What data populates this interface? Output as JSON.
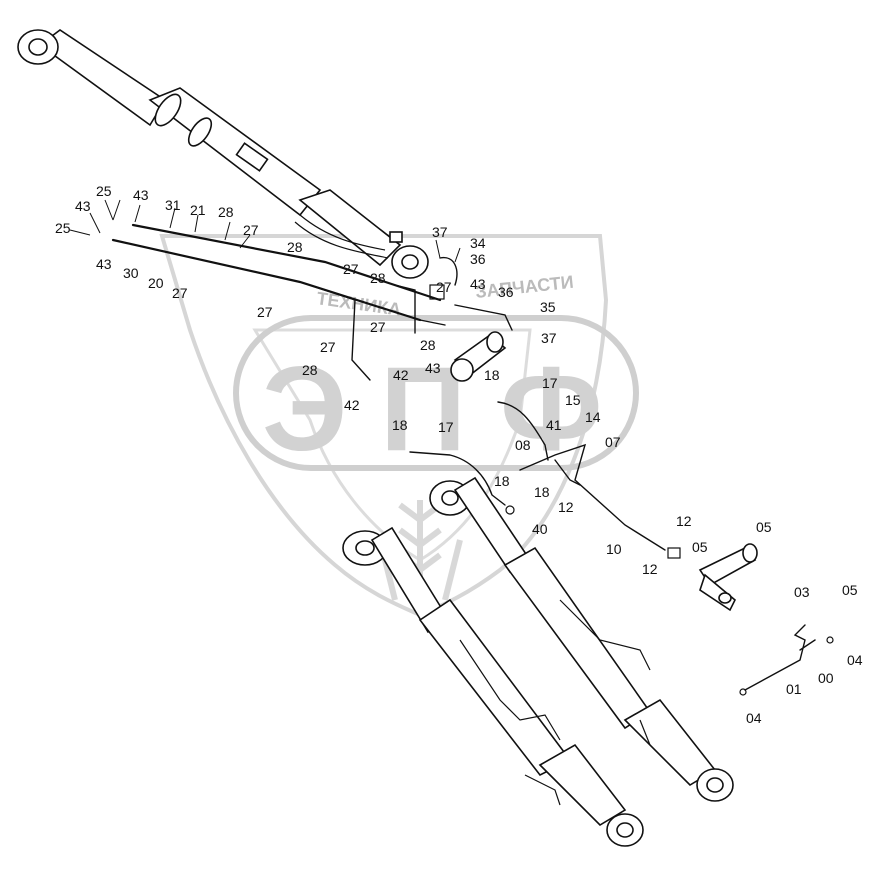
{
  "watermark": {
    "letters": [
      "Э",
      "П",
      "Ф"
    ],
    "arc_left": "ТЕХНИКА",
    "arc_right": "ЗАПЧАСТИ",
    "color": "#c8c8c8"
  },
  "labels": {
    "l25a": "25",
    "l43a": "43",
    "l31": "31",
    "l21": "21",
    "l28a": "28",
    "l27a": "27",
    "l25b": "25",
    "l43b": "43",
    "l43c": "43",
    "l30": "30",
    "l20": "20",
    "l27b": "27",
    "l28b": "28",
    "l27c": "27",
    "l28c": "28",
    "l27d": "27",
    "l37a": "37",
    "l34": "34",
    "l36a": "36",
    "l43d": "43",
    "l36b": "36",
    "l27e": "27",
    "l35": "35",
    "l27f": "27",
    "l28d": "28",
    "l37b": "37",
    "l27g": "27",
    "l28e": "28",
    "l42a": "42",
    "l43e": "43",
    "l42b": "42",
    "l18a": "18",
    "l17a": "17",
    "l15": "15",
    "l14": "14",
    "l41": "41",
    "l08": "08",
    "l07": "07",
    "l18b": "18",
    "l17b": "17",
    "l18c": "18",
    "l18d": "18",
    "l12a": "12",
    "l40": "40",
    "l10": "10",
    "l12b": "12",
    "l12c": "12",
    "l05a": "05",
    "l05b": "05",
    "l03": "03",
    "l05c": "05",
    "l04a": "04",
    "l00": "00",
    "l01": "01",
    "l04b": "04"
  }
}
